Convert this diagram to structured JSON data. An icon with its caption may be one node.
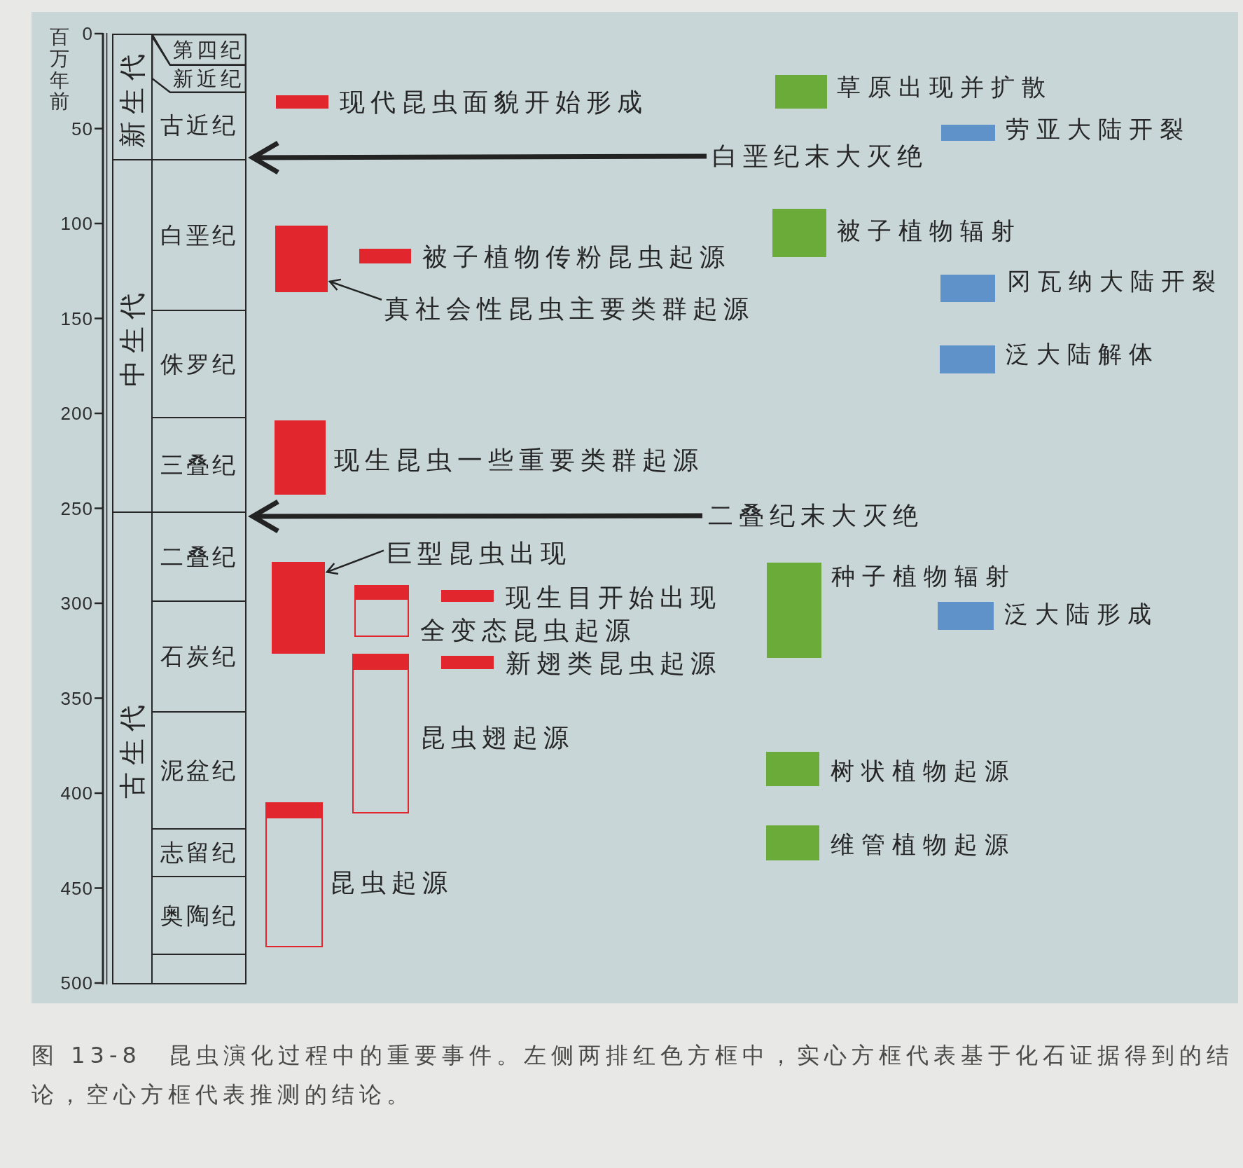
{
  "diagram": {
    "caption": "图 13-8　昆虫演化过程中的重要事件。左侧两排红色方框中，实心方框代表基于化石证据得到的结论，空心方框代表推测的结论。",
    "nodes": [
      {
        "text": [
          "新生代"
        ]
      },
      {
        "text": [
          "中生代"
        ]
      },
      {
        "text": [
          "古生代"
        ]
      },
      {
        "text": [
          "第四纪"
        ]
      },
      {
        "text": [
          "新近纪"
        ]
      },
      {
        "text": [
          "古近纪"
        ]
      },
      {
        "text": [
          "白垩纪"
        ]
      },
      {
        "text": [
          "侏罗纪"
        ]
      },
      {
        "text": [
          "三叠纪"
        ]
      },
      {
        "text": [
          "二叠纪"
        ]
      },
      {
        "text": [
          "石炭纪"
        ]
      },
      {
        "text": [
          "泥盆纪"
        ]
      },
      {
        "text": [
          "志留纪"
        ]
      },
      {
        "text": [
          "奥陶纪"
        ]
      },
      {
        "text": [],
        "shape": "box"
      },
      {
        "text": [],
        "shape": "bar",
        "beside": [
          "现代昆虫面貌开始形成"
        ]
      },
      {
        "text": [
          "白垩纪末大灭绝"
        ]
      },
      {
        "text": [],
        "shape": "bar"
      },
      {
        "text": [],
        "shape": "bar",
        "beside": [
          "被子植物传粉昆虫起源"
        ]
      },
      {
        "text": [
          "真社会性昆虫主要类群起源"
        ]
      },
      {
        "text": [],
        "shape": "bar",
        "beside": [
          "现生昆虫一些重要类群起源"
        ]
      },
      {
        "text": [
          "二叠纪末大灭绝"
        ]
      },
      {
        "text": [
          "巨型昆虫出现"
        ]
      },
      {
        "text": [],
        "shape": "bar"
      },
      {
        "text": [],
        "shape": "box",
        "beside": [
          "全变态昆虫起源"
        ]
      },
      {
        "text": [],
        "shape": "bar",
        "beside": [
          "现生目开始出现"
        ]
      },
      {
        "text": [],
        "shape": "box",
        "beside": [
          "昆虫翅起源"
        ]
      },
      {
        "text": [],
        "shape": "bar",
        "beside": [
          "新翅类昆虫起源"
        ]
      },
      {
        "text": [],
        "shape": "box",
        "beside": [
          "昆虫起源"
        ]
      },
      {
        "text": [],
        "shape": "bar",
        "beside": [
          "草原出现并扩散"
        ]
      },
      {
        "text": [],
        "shape": "bar",
        "beside": [
          "劳亚大陆开裂"
        ]
      },
      {
        "text": [],
        "shape": "bar",
        "beside": [
          "被子植物辐射"
        ]
      },
      {
        "text": [],
        "shape": "bar",
        "beside": [
          "冈瓦纳大陆开裂"
        ]
      },
      {
        "text": [],
        "shape": "bar",
        "beside": [
          "泛大陆解体"
        ]
      },
      {
        "text": [],
        "shape": "bar",
        "beside": [
          "种子植物辐射"
        ]
      },
      {
        "text": [],
        "shape": "bar",
        "beside": [
          "泛大陆形成"
        ]
      },
      {
        "text": [],
        "shape": "bar",
        "beside": [
          "树状植物起源"
        ]
      },
      {
        "text": [],
        "shape": "bar",
        "beside": [
          "维管植物起源"
        ]
      }
    ],
    "edges": [
      {
        "from": 16,
        "to": 5,
        "arrow": "to",
        "style": "thick"
      },
      {
        "from": 19,
        "to": 17,
        "arrow": "to"
      },
      {
        "from": 21,
        "to": 9,
        "arrow": "to",
        "style": "thick"
      },
      {
        "from": 22,
        "to": 23,
        "arrow": "to"
      }
    ],
    "labels": [
      "百万年前",
      "0",
      "50",
      "100",
      "150",
      "200",
      "250",
      "300",
      "350",
      "400",
      "450",
      "500"
    ]
  }
}
